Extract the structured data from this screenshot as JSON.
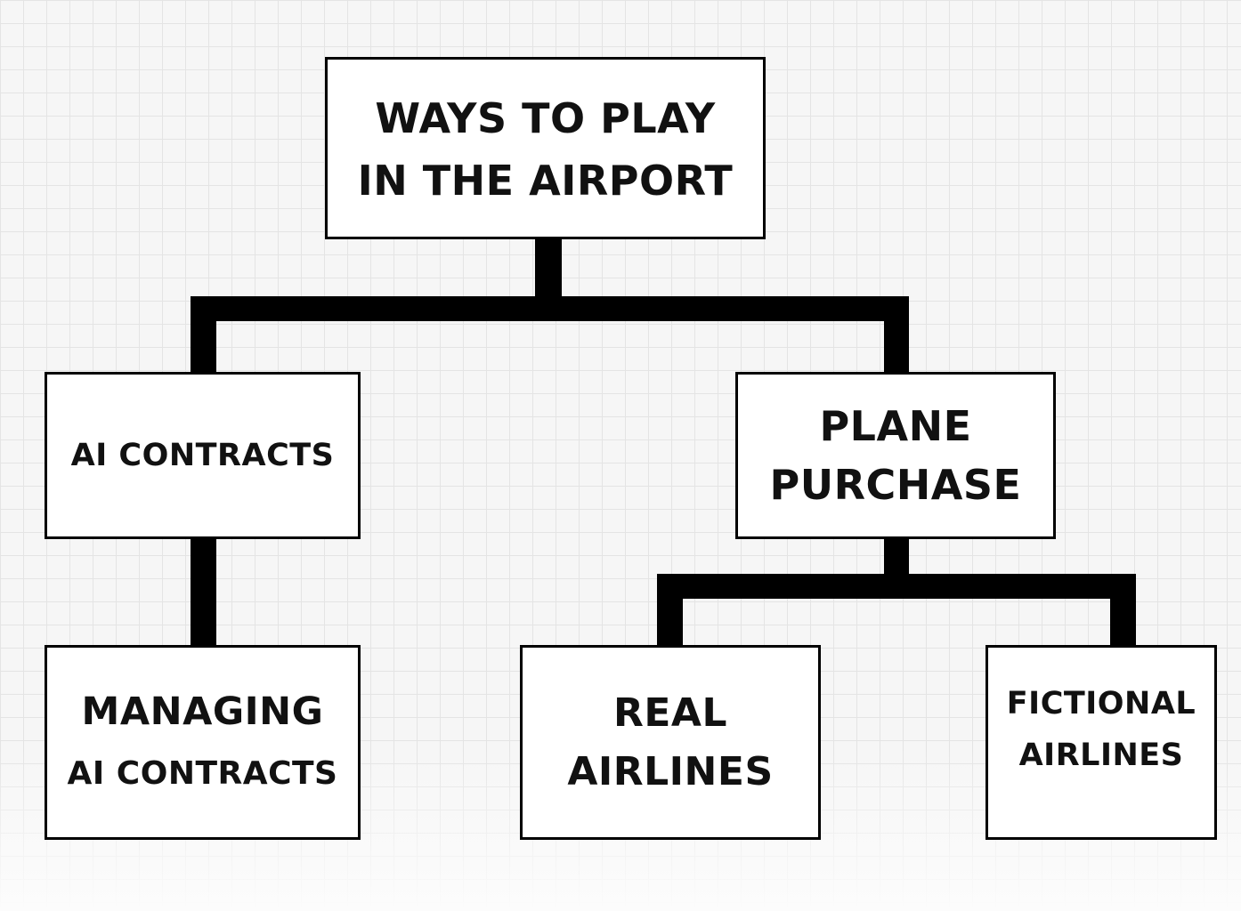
{
  "diagram": {
    "type": "hierarchy-tree",
    "root": {
      "line1": "WAYS TO PLAY",
      "line2": "IN THE AIRPORT"
    },
    "ai_contracts": {
      "label": "AI CONTRACTS"
    },
    "plane_purchase": {
      "line1": "PLANE",
      "line2": "PURCHASE"
    },
    "managing_ai_contracts": {
      "line1": "MANAGING",
      "line2": "AI CONTRACTS"
    },
    "real_airlines": {
      "line1": "REAL",
      "line2": "AIRLINES"
    },
    "fictional_airlines": {
      "line1": "FICTIONAL",
      "line2": "AIRLINES"
    },
    "edges": [
      [
        "WAYS TO PLAY IN THE AIRPORT",
        "AI CONTRACTS"
      ],
      [
        "WAYS TO PLAY IN THE AIRPORT",
        "PLANE PURCHASE"
      ],
      [
        "AI CONTRACTS",
        "MANAGING AI CONTRACTS"
      ],
      [
        "PLANE PURCHASE",
        "REAL AIRLINES"
      ],
      [
        "PLANE PURCHASE",
        "FICTIONAL AIRLINES"
      ]
    ],
    "colors": {
      "line": "#000000",
      "box_fill": "#ffffff",
      "grid_background": "#f6f6f6"
    }
  }
}
